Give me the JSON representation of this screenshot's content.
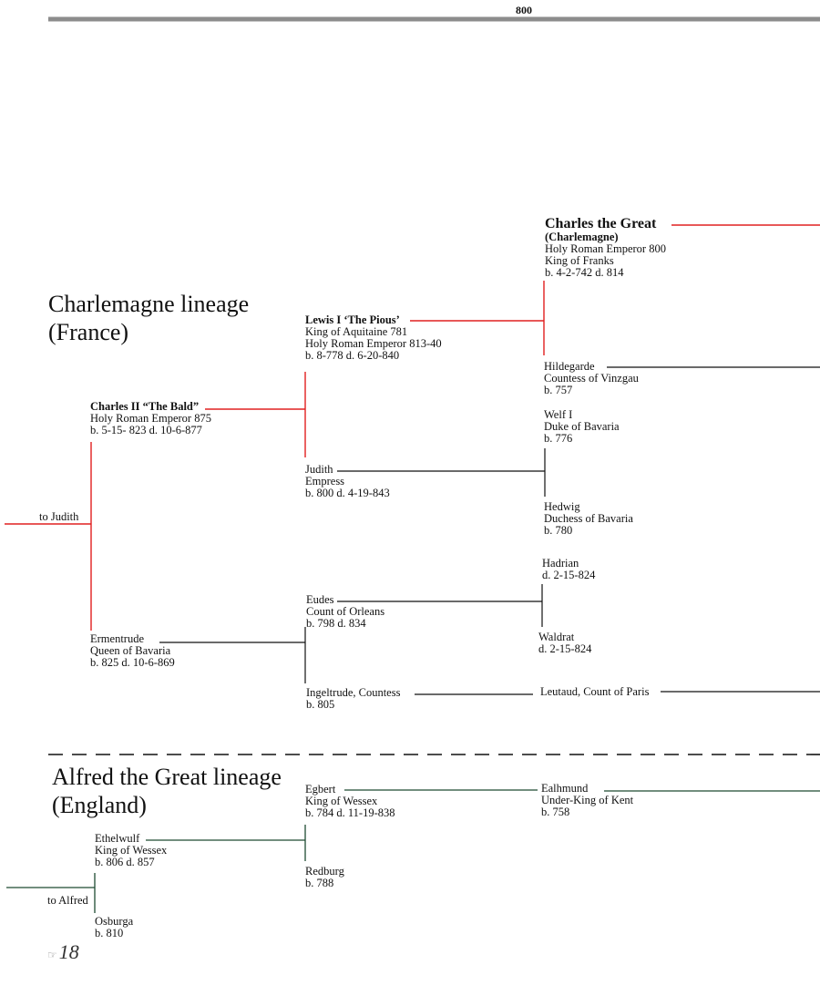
{
  "header": {
    "year": "800"
  },
  "colors": {
    "charlemagne_line": "#e02020",
    "alfred_line": "#1e4a32",
    "neutral_line": "#111111",
    "rule": "#8c8c8c"
  },
  "sections": {
    "france": [
      "Charlemagne lineage",
      "(France)"
    ],
    "england": [
      "Alfred the Great lineage",
      "(England)"
    ]
  },
  "people": {
    "charles_great": {
      "name": "Charles the Great",
      "alias": "(Charlemagne)",
      "lines": [
        "Holy Roman Emperor 800",
        "King of Franks",
        "b. 4-2-742  d. 814"
      ]
    },
    "lewis": {
      "name": "Lewis  I ‘The Pious’",
      "lines": [
        "King of Aquitaine 781",
        "Holy Roman Emperor 813-40",
        "b. 8-778  d. 6-20-840"
      ]
    },
    "hildegarde": {
      "lines": [
        "Hildegarde",
        "Countess of Vinzgau",
        "b. 757"
      ]
    },
    "charles_bald": {
      "name": "Charles II “The Bald”",
      "lines": [
        "Holy Roman Emperor 875",
        "b. 5-15- 823 d. 10-6-877"
      ]
    },
    "welf": {
      "lines": [
        "Welf I",
        "Duke of Bavaria",
        "b. 776"
      ]
    },
    "judith": {
      "lines": [
        "Judith",
        "Empress",
        "b. 800  d. 4-19-843"
      ]
    },
    "hedwig": {
      "lines": [
        "Hedwig",
        "Duchess  of Bavaria",
        "b. 780"
      ]
    },
    "hadrian": {
      "lines": [
        "Hadrian",
        "d. 2-15-824"
      ]
    },
    "eudes": {
      "lines": [
        "Eudes",
        "Count of Orleans",
        "b. 798  d. 834"
      ]
    },
    "waldrat": {
      "lines": [
        "Waldrat",
        "d. 2-15-824"
      ]
    },
    "ermentrude": {
      "lines": [
        "Ermentrude",
        "Queen of Bavaria",
        "b. 825  d. 10-6-869"
      ]
    },
    "ingeltrude": {
      "lines": [
        "Ingeltrude, Countess",
        "b. 805"
      ]
    },
    "leutaud": {
      "lines": [
        "Leutaud, Count of Paris"
      ]
    },
    "egbert": {
      "lines": [
        "Egbert",
        "King of Wessex",
        "b. 784  d. 11-19-838"
      ]
    },
    "ealhmund": {
      "lines": [
        "Ealhmund",
        "Under-King of Kent",
        "b. 758"
      ]
    },
    "ethelwulf": {
      "lines": [
        "Ethelwulf",
        "King of Wessex",
        "b. 806  d. 857"
      ]
    },
    "redburg": {
      "lines": [
        "Redburg",
        "b. 788"
      ]
    },
    "osburga": {
      "lines": [
        "Osburga",
        "b. 810"
      ]
    }
  },
  "links": {
    "to_judith": "to Judith",
    "to_alfred": "to Alfred"
  },
  "footer": {
    "page_number": "18",
    "hand_icon": "pointing-hand-icon"
  }
}
